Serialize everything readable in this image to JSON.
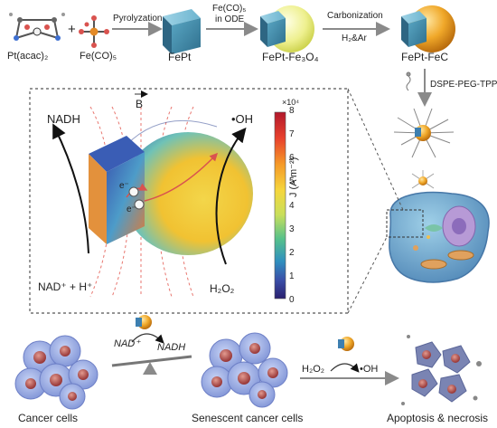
{
  "synthesis": {
    "reagent_1": "Pt(acac)₂",
    "plus": "+",
    "reagent_2": "Fe(CO)₅",
    "step_1": "Pyrolyzation",
    "product_1": "FePt",
    "step_2_line1": "Fe(CO)₅",
    "step_2_line2": "in ODE",
    "product_2": "FePt-Fe₃O₄",
    "step_3": "Carbonization",
    "step_3_gas": "H₂&Ar",
    "product_3": "FePt-FeC",
    "coating": "DSPE-PEG-TPP"
  },
  "mechanism": {
    "field_label": "B",
    "nadh": "NADH",
    "oh": "•OH",
    "nad": "NAD⁺ + H⁺",
    "h2o2": "H₂O₂",
    "electron": "e⁻",
    "colorbar_multiplier": "×10⁴",
    "colorbar_ticks": [
      "8",
      "7",
      "6",
      "5",
      "4",
      "3",
      "2",
      "1",
      "0"
    ],
    "colorbar_label": "J (A m⁻²)",
    "colorbar_colors": [
      "#b2182b",
      "#e8412d",
      "#f59a28",
      "#f5d63d",
      "#c9df5b",
      "#56c18b",
      "#2f8fbf",
      "#3a4fa8",
      "#2a1f6e"
    ]
  },
  "bottom": {
    "stage_1": "Cancer cells",
    "stage_2": "Senescent cancer cells",
    "stage_3": "Apoptosis & necrosis",
    "nad": "NAD⁺",
    "nadh": "NADH",
    "h2o2": "H₂O₂",
    "oh": "•OH"
  }
}
